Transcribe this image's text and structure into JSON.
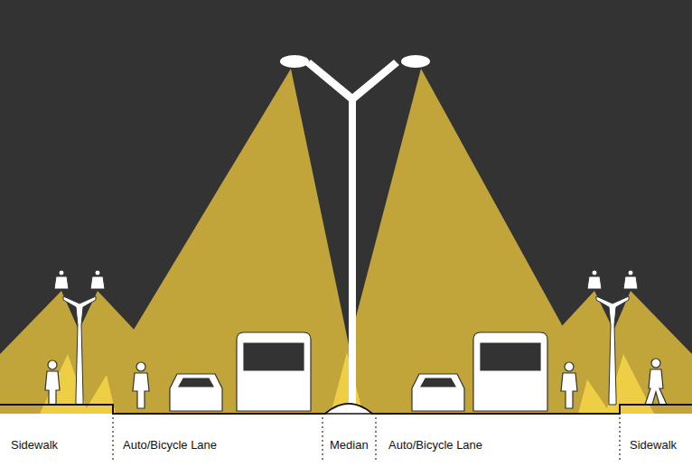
{
  "diagram": {
    "labels": [
      "Sidewalk",
      "Auto/Bicycle Lane",
      "Median",
      "Auto/Bicycle Lane",
      "Sidewalk"
    ]
  }
}
